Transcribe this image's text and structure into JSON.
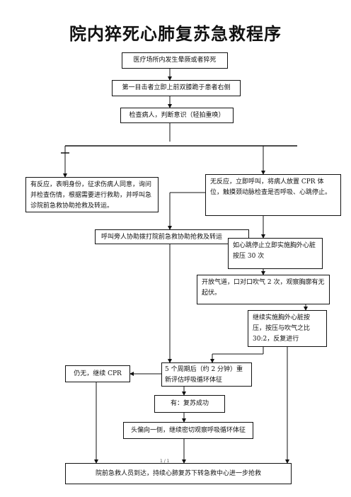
{
  "title": "院内猝死心肺复苏急救程序",
  "steps": {
    "s1": "医疗场所内发生晕厥或者猝死",
    "s2": "第一目击者立即上前双膝跪于患者右侧",
    "s3": "检查病人，判断意识（轻拍重唤）",
    "responsive": "有反应，表明身份，征求伤病人同意，询问并检查伤情，根据需要进行救助，并呼叫急诊院前急救协助抢救及转运。",
    "unresponsive": "无反应，立即呼叫，将病人放置 CPR 体位，触摸颈动脉检查是否呼吸、心跳停止。",
    "call_help": "呼叫旁人协助拨打院前急救协助抢救及转运",
    "compress": "如心跳停止立即实施胸外心脏按压 30 次",
    "airway": "开放气道，口对口吹气 2 次，观察胸廓有无起伏。",
    "continue": "继续实施胸外心脏按压，按压与吹气之比30:2，反复进行",
    "still_no": "仍无，继续 CPR",
    "reassess": "5 个周期后（约 2 分钟）重新评估呼吸循环体征",
    "success": "有：复苏成功",
    "head_tilt": "头偏向一侧，继续密切观察呼吸循环体征",
    "final": "院前急救人员到达，持续心肺复苏下转急救中心进一步抢救"
  },
  "page_number": "1 / 1"
}
